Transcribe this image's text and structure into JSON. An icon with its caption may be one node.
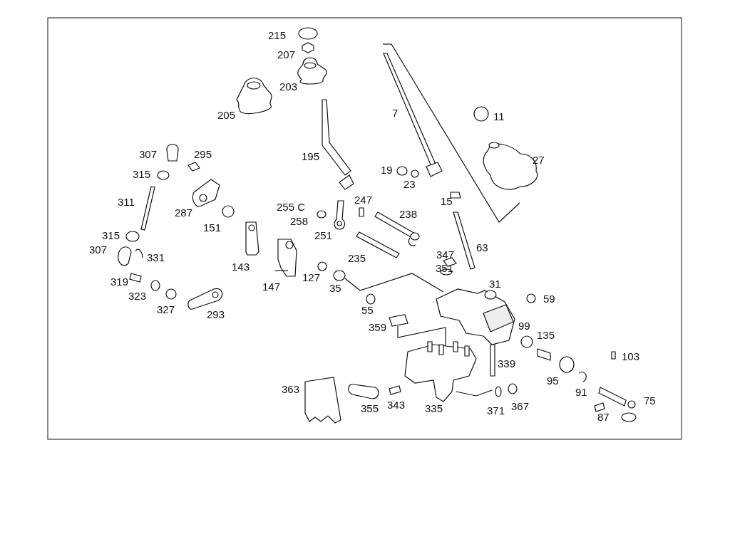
{
  "diagram": {
    "labels": [
      "215",
      "207",
      "203",
      "205",
      "7",
      "11",
      "27",
      "307",
      "295",
      "195",
      "315",
      "19",
      "23",
      "311",
      "15",
      "247",
      "255 C",
      "238",
      "287",
      "258",
      "151",
      "315",
      "251",
      "63",
      "307",
      "347",
      "143",
      "331",
      "235",
      "351",
      "31",
      "319",
      "147",
      "127",
      "59",
      "35",
      "323",
      "327",
      "293",
      "55",
      "99",
      "135",
      "359",
      "103",
      "339",
      "95",
      "91",
      "363",
      "75",
      "355",
      "343",
      "335",
      "371",
      "367",
      "87"
    ]
  }
}
